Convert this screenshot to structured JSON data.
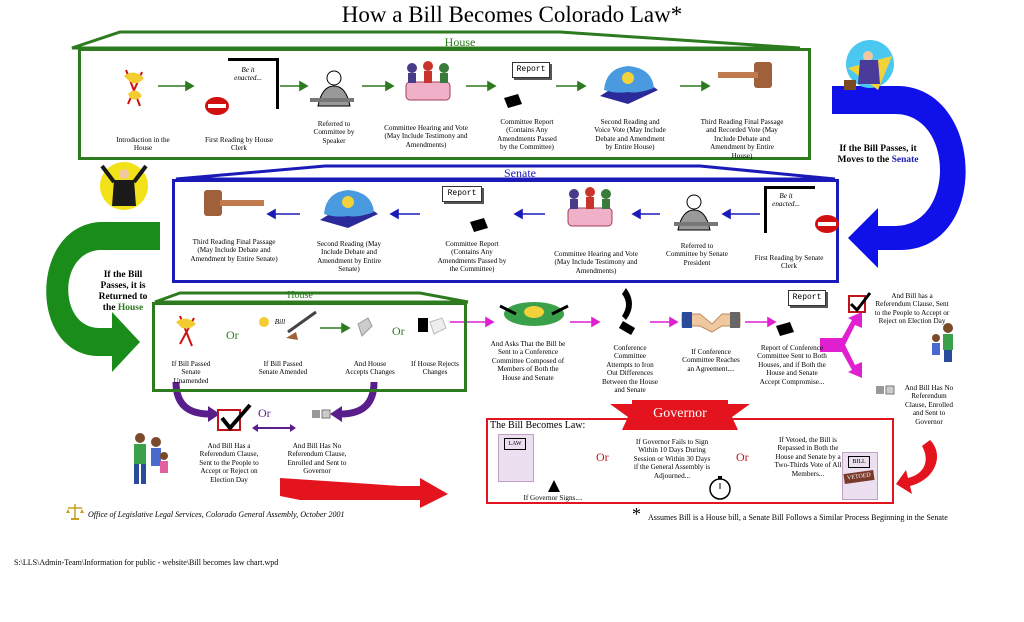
{
  "title": "How a Bill Becomes Colorado Law*",
  "house_section": {
    "label": "House",
    "steps": [
      "Introduction in the House",
      "First Reading by House Clerk",
      "Referred to Committee by Speaker",
      "Committee Hearing and Vote (May Include Testimony and Amendments)",
      "Committee Report (Contains Any Amendments Passed by the Committee)",
      "Second Reading and Voice Vote (May Include Debate and Amendment by Entire House)",
      "Third Reading Final Passage and Recorded Vote (May Include Debate and Amendment by Entire House)"
    ],
    "enacted_text": "Be it enacted...",
    "report_text": "Report"
  },
  "senate_section": {
    "label": "Senate",
    "steps": [
      "First Reading by Senate Clerk",
      "Referred to Committee by Senate President",
      "Committee Hearing and Vote (May Include Testimony and Amendments)",
      "Committee Report (Contains Any Amendments Passed by the Committee)",
      "Second Reading (May Include Debate and Amendment by Entire Senate)",
      "Third Reading Final Passage (May Include Debate and Amendment by Entire Senate)"
    ],
    "enacted_text": "Be it enacted...",
    "report_text": "Report"
  },
  "moves_to_senate": {
    "text": "If the Bill Passes, it Moves to the",
    "target": "Senate"
  },
  "returned_to_house": {
    "text": "If the Bill Passes, it is Returned to the",
    "target": "House"
  },
  "house_return_section": {
    "label": "House",
    "items": [
      "If Bill Passed Senate Unamended",
      "If Bill Passed Senate Amended",
      "And House Accepts Changes",
      "If House Rejects Changes"
    ],
    "or_label": "Or",
    "bill_text": "Bill"
  },
  "conference": {
    "items": [
      "And Asks That the Bill be Sent to a Conference Committee Composed of Members of Both the House and Senate",
      "Conference Committee Attempts to Iron Out Differences Between the House and Senate",
      "If Conference Committee Reaches an Agreement....",
      "Report of Conference Committee Sent to Both Houses, and if Both the House and Senate Accept Compromise..."
    ],
    "report_text": "Report"
  },
  "referendum_right": "And Bill has a Referendum Clause, Sent to the People to Accept or Reject on Election Day",
  "no_referendum_right": "And Bill Has No Referendum Clause, Enrolled and Sent to Governor",
  "referendum_left": "And Bill Has a Referendum Clause, Sent to the People to Accept or Reject on Election Day",
  "no_referendum_left": "And Bill Has No Referendum Clause, Enrolled and Sent to Governor",
  "or_label": "Or",
  "governor_label": "Governor",
  "becomes_law": {
    "label": "The Bill Becomes Law:",
    "law_doc": "LAW",
    "signs": "If Governor Signs....",
    "fails": "If Governor Fails to Sign Within 10 Days During Session or Within 30 Days if the General Assembly is Adjourned...",
    "vetoed": "If Vetoed, the Bill is Repassed in Both the House and Senate by a Two-Thirds Vote of All Members...",
    "vetoed_stamp": "VETOED",
    "bill_doc": "BILL"
  },
  "footer_office": "Office of Legislative Legal Services, Colorado General Assembly, October 2001",
  "footer_note_star": "*",
  "footer_note": "Assumes Bill is a House bill, a Senate Bill Follows a Similar Process Beginning in the Senate",
  "file_path": "S:\\LLS\\Admin-Team\\Information for public - website\\Bill becomes law chart.wpd",
  "colors": {
    "house_green": "#2d7a1f",
    "senate_blue": "#1a1ab8",
    "conference_magenta": "#e020d0",
    "governor_red": "#e4141e",
    "purple": "#5a1d8c"
  }
}
